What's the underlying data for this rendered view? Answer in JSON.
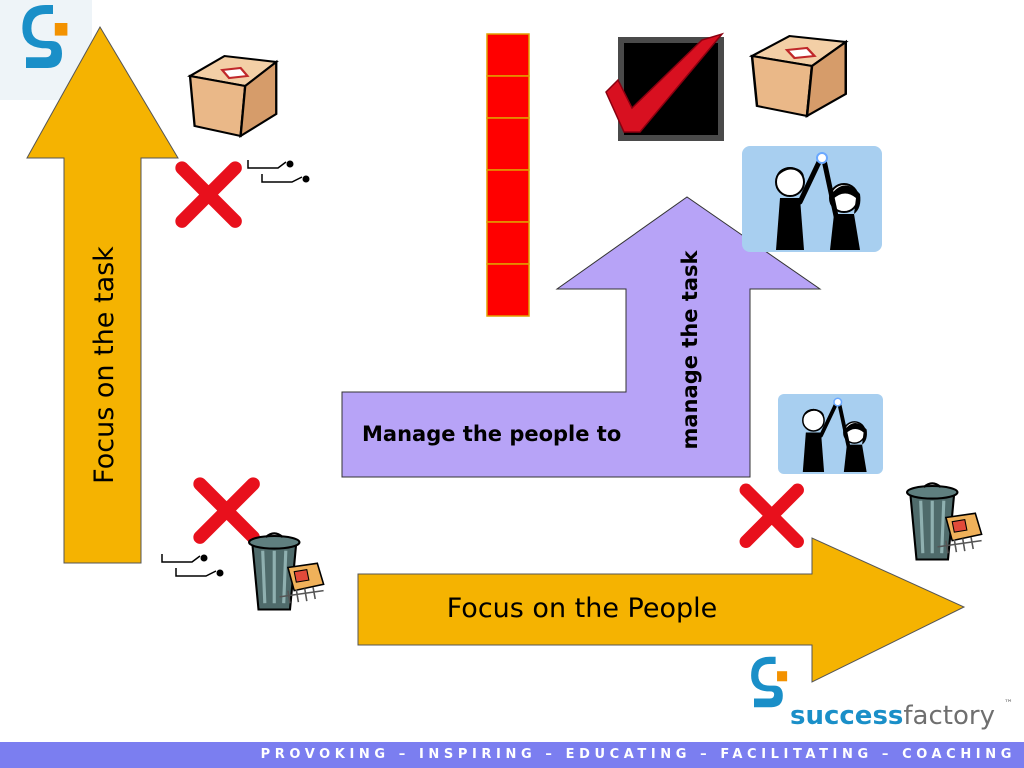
{
  "slide": {
    "arrow_task_label": "Focus on the task",
    "arrow_people_label": "Focus on the People",
    "arrow_manage_label_horizontal": "Manage the people to",
    "arrow_manage_label_vertical": "manage the task"
  },
  "logo": {
    "text_bold": "success",
    "text_light": "factory",
    "trademark": "™"
  },
  "footer": {
    "tagline": "PROVOKING – INSPIRING – EDUCATING – FACILITATING – COACHING"
  },
  "colors": {
    "arrow_orange": "#f5b301",
    "arrow_purple": "#b7a3f7",
    "cross_red": "#e8101c",
    "logo_blue": "#1a8fc8",
    "logo_orange": "#f39200",
    "footer_bar": "#7b7ef0"
  },
  "icons": [
    "logo-icon",
    "box-icon",
    "cross-icon",
    "switch-icon",
    "trash-icon",
    "checkmark-icon",
    "high-five-icon"
  ]
}
